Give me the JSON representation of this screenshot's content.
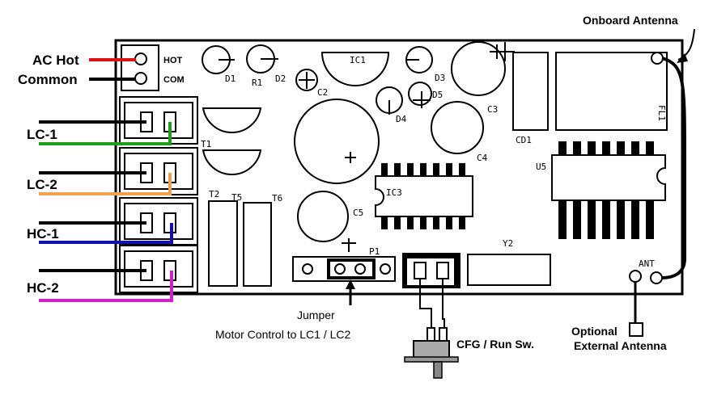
{
  "labels": {
    "ac_hot": "AC Hot",
    "common": "Common",
    "lc1": "LC-1",
    "lc2": "LC-2",
    "hc1": "HC-1",
    "hc2": "HC-2",
    "onboard_antenna": "Onboard Antenna",
    "jumper": "Jumper",
    "motor_control": "Motor Control to LC1 / LC2",
    "cfg_switch": "CFG / Run Sw.",
    "optional": "Optional",
    "external_antenna": "External Antenna"
  },
  "pcb": {
    "hot": "HOT",
    "com": "COM",
    "ant": "ANT",
    "refs": {
      "d1": "D1",
      "r1": "R1",
      "d2": "D2",
      "ic1": "IC1",
      "c2": "C2",
      "d3": "D3",
      "d5": "D5",
      "d4": "D4",
      "c3": "C3",
      "c4": "C4",
      "cd1": "CD1",
      "fl1": "FL1",
      "t1": "T1",
      "t2": "T2",
      "t5": "T5",
      "t6": "T6",
      "ic3": "IC3",
      "c5": "C5",
      "u5": "U5",
      "p1": "P1",
      "y2": "Y2"
    }
  },
  "colors": {
    "hot_wire": "#e01010",
    "common_wire": "#000000",
    "lc1_wire": "#1ea01e",
    "lc2_wire": "#f0a050",
    "hc1_wire": "#1010b0",
    "hc2_wire": "#d020c8"
  }
}
